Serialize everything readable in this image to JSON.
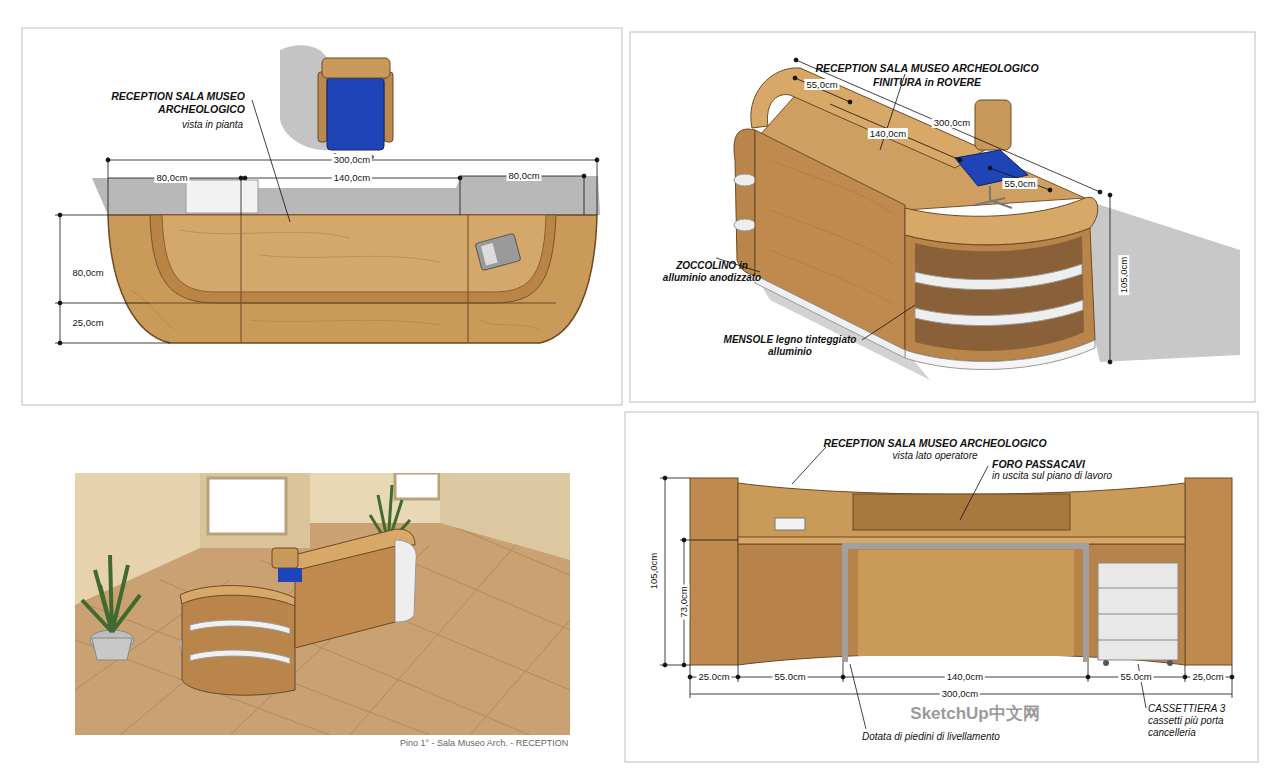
{
  "diagram": {
    "labels": [
      "RECEPTION SALA MUSEO ARCHEOLOGICO",
      "vista in pianta",
      "300,0cm",
      "80,0cm",
      "140,0cm",
      "80,0cm",
      "80,0cm",
      "25,0cm",
      "RECEPTION SALA MUSEO ARCHEOLOGICO",
      "FINITURA in ROVERE",
      "55,0cm",
      "300,0cm",
      "140,0cm",
      "55,0cm",
      "105,0cm",
      "ZOCCOLINO in alluminio anodizzato",
      "MENSOLE legno tinteggiato alluminio",
      "Pino 1° - Sala Museo Arch. - RECEPTION",
      "RECEPTION SALA MUSEO ARCHEOLOGICO",
      "vista lato operatore",
      "FORO PASSACAVI",
      "in uscita sul piano di lavoro",
      "105,0cm",
      "73,0cm",
      "25.0cm",
      "55.0cm",
      "140,0cm",
      "55.0cm",
      "25,0cm",
      "300,0cm",
      "Dotata di piedini di livellamento",
      "CASSETTIERA 3 cassetti più porta cancelleria",
      "SketchUp中文网"
    ]
  }
}
